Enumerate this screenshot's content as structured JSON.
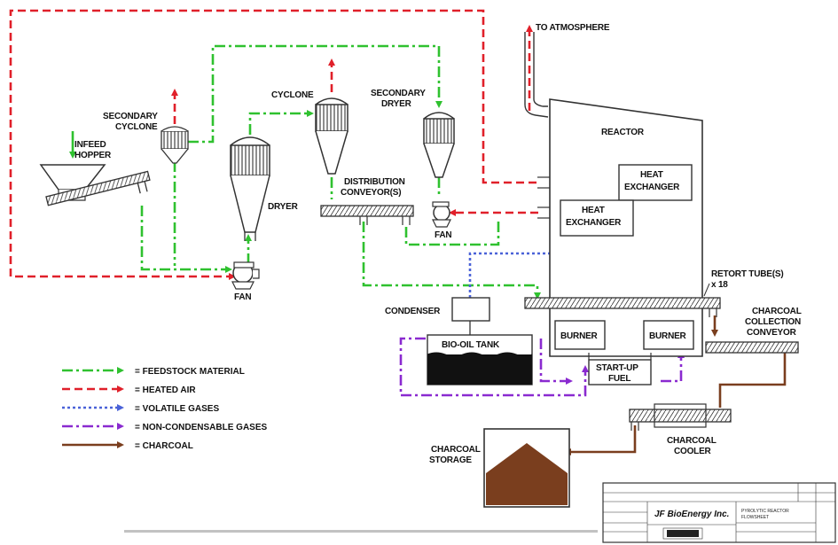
{
  "labels": {
    "to_atmosphere": "TO ATMOSPHERE",
    "reactor": "REACTOR",
    "infeed_hopper_1": "INFEED",
    "infeed_hopper_2": "HOPPER",
    "secondary_cyclone_1": "SECONDARY",
    "secondary_cyclone_2": "CYCLONE",
    "cyclone": "CYCLONE",
    "secondary_dryer_1": "SECONDARY",
    "secondary_dryer_2": "DRYER",
    "dryer": "DRYER",
    "distribution_1": "DISTRIBUTION",
    "distribution_2": "CONVEYOR(S)",
    "fan_main": "FAN",
    "fan_secondary": "FAN",
    "heat_exchanger_1a": "HEAT",
    "heat_exchanger_1b": "EXCHANGER",
    "heat_exchanger_2a": "HEAT",
    "heat_exchanger_2b": "EXCHANGER",
    "retort_1": "RETORT TUBE(S)",
    "retort_2": "x 18",
    "condenser": "CONDENSER",
    "bio_oil_tank": "BIO-OIL TANK",
    "burner_1": "BURNER",
    "burner_2": "BURNER",
    "startup_1": "START-UP",
    "startup_2": "FUEL",
    "charcoal_collection_1": "CHARCOAL",
    "charcoal_collection_2": "COLLECTION",
    "charcoal_collection_3": "CONVEYOR",
    "charcoal_cooler_1": "CHARCOAL",
    "charcoal_cooler_2": "COOLER",
    "charcoal_storage_1": "CHARCOAL",
    "charcoal_storage_2": "STORAGE"
  },
  "legend": [
    {
      "label": "= FEEDSTOCK MATERIAL",
      "color": "#2fc12f",
      "style": "dashdot"
    },
    {
      "label": "= HEATED AIR",
      "color": "#e0202a",
      "style": "dash"
    },
    {
      "label": "= VOLATILE GASES",
      "color": "#4a62d8",
      "style": "dot"
    },
    {
      "label": "= NON-CONDENSABLE GASES",
      "color": "#8a2ad0",
      "style": "dashdot"
    },
    {
      "label": "= CHARCOAL",
      "color": "#7a3e1e",
      "style": "solid"
    }
  ],
  "title_block": {
    "company": "JF BioEnergy Inc.",
    "title_1": "PYROLYTIC REACTOR",
    "title_2": "FLOWSHEET"
  },
  "colors": {
    "feedstock": "#2fc12f",
    "heated_air": "#e0202a",
    "volatile": "#4a62d8",
    "noncond": "#8a2ad0",
    "charcoal": "#7a3e1e"
  }
}
